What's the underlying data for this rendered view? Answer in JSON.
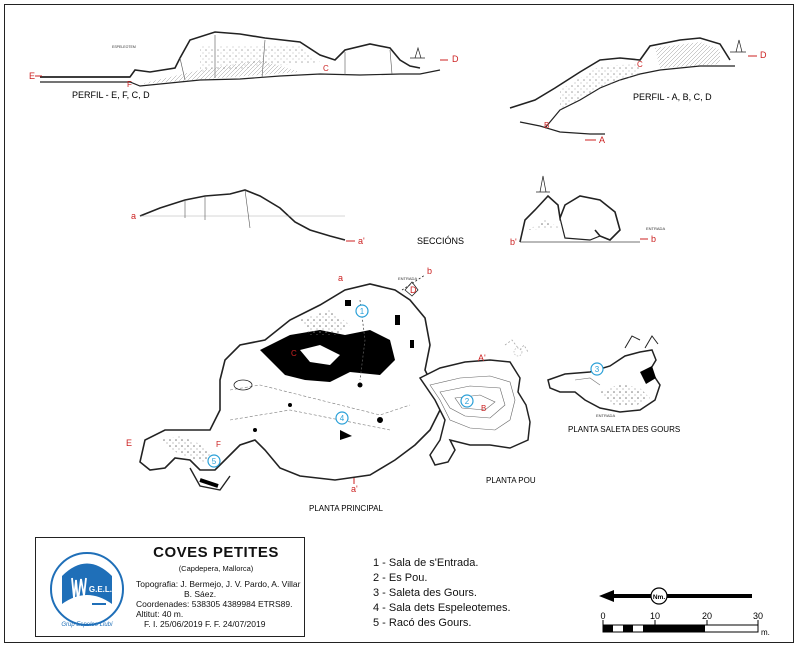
{
  "title": "COVES PETITES",
  "subtitle": "(Capdepera, Mallorca)",
  "credits": {
    "topografia": "Topografia: J. Bermejo, J. V. Pardo, A. Villar",
    "topografia_2": "B. Sáez.",
    "coordenades": "Coordenades: 538305 4389984 ETRS89.",
    "altitut": "Altitut: 40 m.",
    "dates": "F. I. 25/06/2019    F. F. 24/07/2019"
  },
  "logo": {
    "text": "G.E.L.L.",
    "ring_text": "Grup Espeleo Llubí",
    "icon": "gell-logo"
  },
  "legend": [
    "1 - Sala de s'Entrada.",
    "2 - Es Pou.",
    "3 - Saleta des Gours.",
    "4 - Sala dets Espeleotemes.",
    "5 - Racó des Gours."
  ],
  "section_titles": {
    "perfil_efcd": "PERFIL -  E, F, C, D",
    "perfil_abcd": "PERFIL - A, B, C, D",
    "seccions": "SECCIÓNS",
    "planta_principal": "PLANTA PRINCIPAL",
    "planta_pou": "PLANTA POU",
    "planta_saleta": "PLANTA SALETA DES GOURS"
  },
  "markers": {
    "E": "E",
    "F": "F",
    "C": "C",
    "D": "D",
    "A": "A",
    "B": "B",
    "a": "a",
    "a_prime": "a'",
    "b": "b",
    "b_prime": "b'",
    "A_prime": "A'"
  },
  "room_numbers": [
    "1",
    "2",
    "3",
    "4",
    "5"
  ],
  "small_notes": {
    "entrada": "ENTRADA",
    "entrada2": "ENTRADA",
    "entrada3": "ENTRADA"
  },
  "scale": {
    "ticks": [
      "0",
      "10",
      "20",
      "30"
    ],
    "unit": "m.",
    "north": "Nm."
  },
  "colors": {
    "red": "#cc2222",
    "blue": "#2aa0d8",
    "logo_blue": "#1f6fb8",
    "line": "#222222",
    "cave_fill": "#000000"
  }
}
